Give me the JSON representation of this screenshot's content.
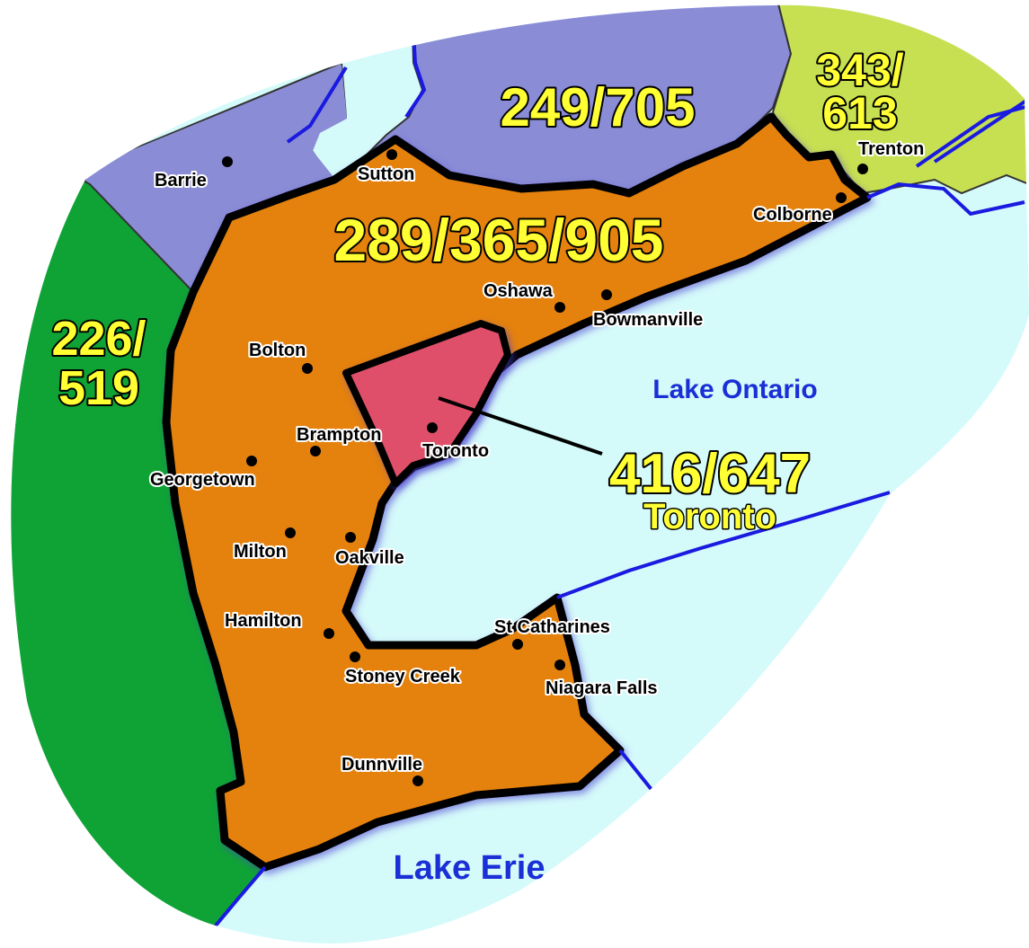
{
  "regions": {
    "r249": {
      "code": "249/705",
      "color": "#8a8cd6"
    },
    "r343": {
      "line1": "343/",
      "line2": "613",
      "color": "#c7e052"
    },
    "r226": {
      "line1": "226/",
      "line2": "519",
      "color": "#0fa335"
    },
    "r289": {
      "code": "289/365/905",
      "color": "#e5820e"
    },
    "r416": {
      "code": "416/647",
      "sub": "Toronto",
      "color": "#e0506a"
    }
  },
  "lakes": {
    "ontario": "Lake Ontario",
    "erie": "Lake Erie",
    "water_color": "#d5fafa",
    "shore_color": "#1a1ae0"
  },
  "cities": {
    "barrie": "Barrie",
    "sutton": "Sutton",
    "trenton": "Trenton",
    "colborne": "Colborne",
    "oshawa": "Oshawa",
    "bowmanville": "Bowmanville",
    "bolton": "Bolton",
    "brampton": "Brampton",
    "toronto": "Toronto",
    "georgetown": "Georgetown",
    "milton": "Milton",
    "oakville": "Oakville",
    "hamilton": "Hamilton",
    "st_catharines": "St Catharines",
    "stoney_creek": "Stoney Creek",
    "niagara_falls": "Niagara Falls",
    "dunnville": "Dunnville"
  }
}
